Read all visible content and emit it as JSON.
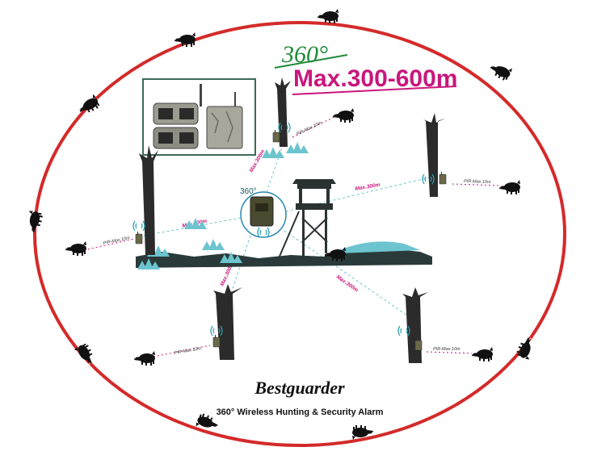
{
  "headline": {
    "angle": "360°",
    "range": "Max.300-600m"
  },
  "hub": {
    "angle_label": "360°"
  },
  "link_labels": {
    "left": "Max.300m",
    "top": "Max.300m",
    "right": "Max.300m",
    "bottom_left": "Max.300m",
    "bottom_right": "Max.300m"
  },
  "pir_labels": {
    "left": "PIR-Max.10m",
    "top": "PIR-Max.10m",
    "right": "PIR-Max.10m",
    "bottom_left": "PIR-Max.10m",
    "bottom_right": "PIR-Max.10m"
  },
  "brand": {
    "name": "Bestguarder",
    "tagline": "360° Wireless Hunting & Security Alarm"
  },
  "colors": {
    "ring": "#d42a2a",
    "range_text": "#c8177c",
    "angle_text": "#1e8a3a",
    "links": "#6fc3c9",
    "pir": "#c8177c"
  },
  "icons": [
    "boar-icon",
    "tree-icon",
    "camera-icon",
    "hunting-tower-icon",
    "signal-icon"
  ]
}
